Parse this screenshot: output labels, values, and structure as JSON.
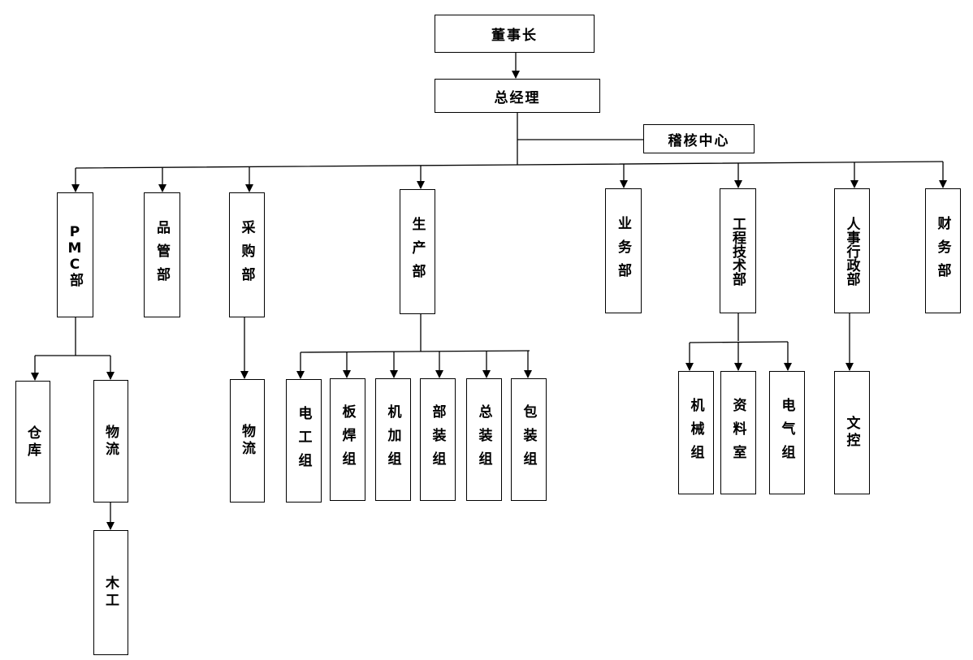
{
  "org": {
    "chairman": "董事长",
    "gm": "总经理",
    "audit": "稽核中心",
    "pmc": "PMC部",
    "quality": "品管部",
    "purchase": "采购部",
    "production": "生产部",
    "sales": "业务部",
    "engineering": "工程技术部",
    "hr": "人事行政部",
    "finance": "财务部",
    "pmc_children": {
      "warehouse": "仓库",
      "logistics": "物流",
      "woodwork": "木工"
    },
    "purchase_children": {
      "logistics": "物流"
    },
    "production_children": {
      "electrical": "电工组",
      "sheet_weld": "板焊组",
      "machining": "机加组",
      "parts_assembly": "部装组",
      "final_assembly": "总装组",
      "packaging": "包装组"
    },
    "engineering_children": {
      "mechanical": "机械组",
      "documents": "资料室",
      "electric": "电气组"
    },
    "hr_children": {
      "doc_control": "文控"
    }
  }
}
